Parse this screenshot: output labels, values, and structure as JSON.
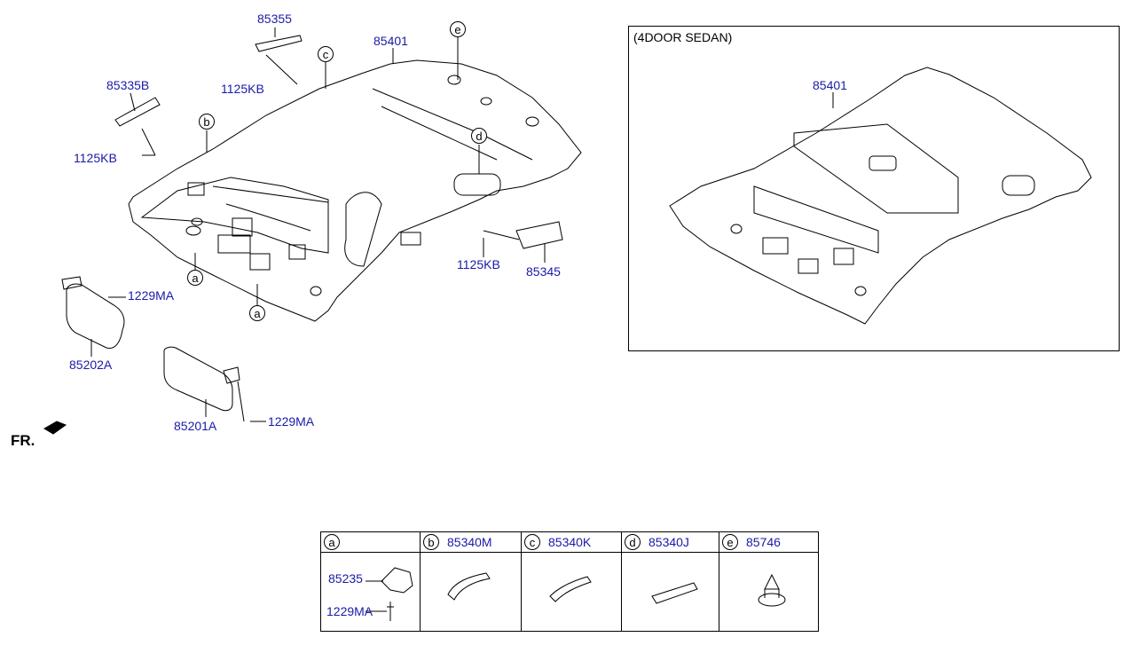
{
  "main_diagram": {
    "labels": {
      "p85355": "85355",
      "p85401": "85401",
      "p85335B": "85335B",
      "p1125KB_a": "1125KB",
      "p1125KB_b": "1125KB",
      "p1125KB_c": "1125KB",
      "p85345": "85345",
      "p1229MA_a": "1229MA",
      "p1229MA_b": "1229MA",
      "p85202A": "85202A",
      "p85201A": "85201A"
    },
    "callouts": {
      "a1": "a",
      "a2": "a",
      "b": "b",
      "c": "c",
      "d": "d",
      "e": "e"
    },
    "direction_label": "FR."
  },
  "sedan_inset": {
    "title": "(4DOOR SEDAN)",
    "part": "85401"
  },
  "legend": {
    "columns": [
      {
        "letter": "a",
        "part": ""
      },
      {
        "letter": "b",
        "part": "85340M"
      },
      {
        "letter": "c",
        "part": "85340K"
      },
      {
        "letter": "d",
        "part": "85340J"
      },
      {
        "letter": "e",
        "part": "85746"
      }
    ],
    "a_parts": {
      "top": "85235",
      "bottom": "1229MA"
    }
  },
  "colors": {
    "label": "#1a1aa8",
    "line": "#000000"
  }
}
